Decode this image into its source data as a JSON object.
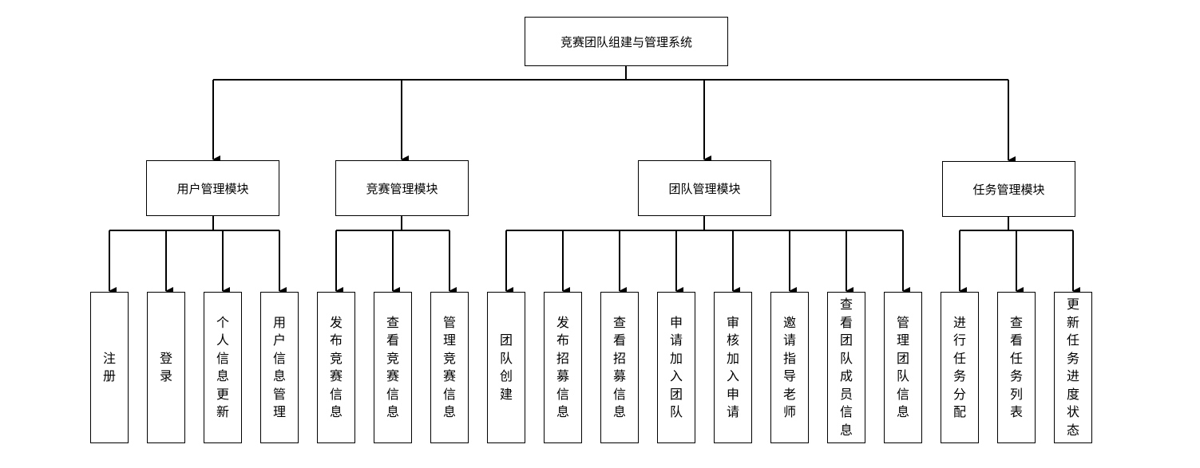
{
  "root": {
    "label": "竞赛团队组建与管理系统"
  },
  "modules": [
    {
      "label": "用户管理模块",
      "children": [
        "注册",
        "登录",
        "个人信息更新",
        "用户信息管理"
      ]
    },
    {
      "label": "竞赛管理模块",
      "children": [
        "发布竞赛信息",
        "查看竞赛信息",
        "管理竞赛信息"
      ]
    },
    {
      "label": "团队管理模块",
      "children": [
        "团队创建",
        "发布招募信息",
        "查看招募信息",
        "申请加入团队",
        "审核加入申请",
        "邀请指导老师",
        "查看团队成员信息",
        "管理团队信息"
      ]
    },
    {
      "label": "任务管理模块",
      "children": [
        "进行任务分配",
        "查看任务列表",
        "更新任务进度状态"
      ]
    }
  ]
}
